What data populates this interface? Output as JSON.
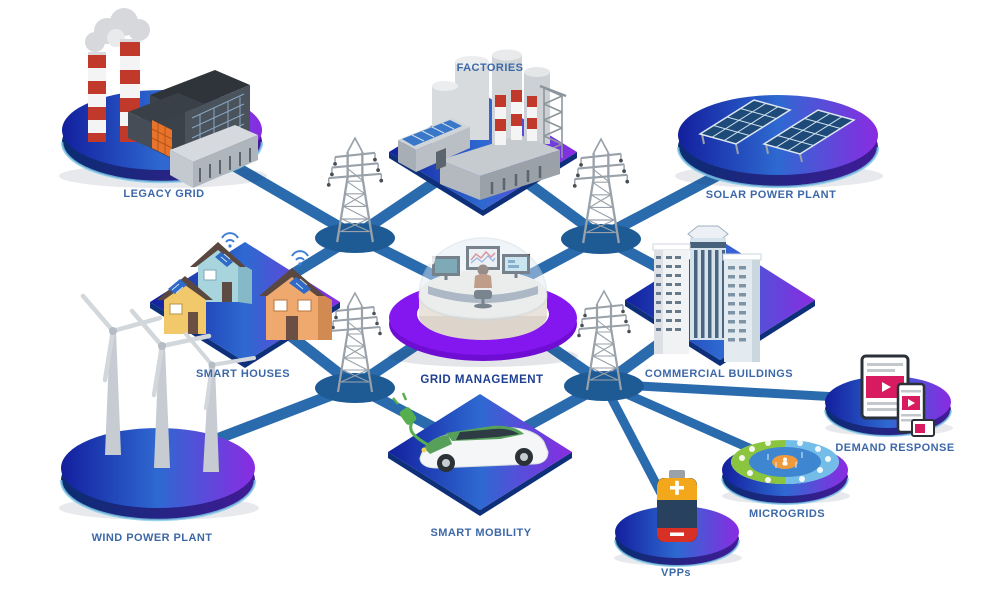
{
  "diagram": {
    "title": "Smart Grid Diagram",
    "background_color": "#ffffff",
    "colors": {
      "connection_line": "#2a6bad",
      "tower_hub": "#1e5a94",
      "platform_gradient": [
        "#131f9e",
        "#2e69d1",
        "#8a2be2"
      ],
      "platform_rim": "#0a2d72",
      "purple_ring": "#8416f0",
      "label_text": "#3d68a8",
      "label_text_strong": "#1e3f90"
    },
    "nodes": [
      {
        "id": "legacy-grid",
        "label": "LEGACY GRID",
        "icon": "coal-power-plant-icon",
        "platform": "ellipse"
      },
      {
        "id": "factories",
        "label": "FACTORIES",
        "icon": "factory-icon",
        "platform": "diamond"
      },
      {
        "id": "solar-power-plant",
        "label": "SOLAR POWER PLANT",
        "icon": "solar-panels-icon",
        "platform": "ellipse"
      },
      {
        "id": "smart-houses",
        "label": "SMART HOUSES",
        "icon": "houses-icon",
        "platform": "diamond"
      },
      {
        "id": "grid-management",
        "label": "GRID MANAGEMENT",
        "icon": "control-room-dome-icon",
        "platform": "purple-ring"
      },
      {
        "id": "commercial-buildings",
        "label": "COMMERCIAL BUILDINGS",
        "icon": "office-towers-icon",
        "platform": "diamond"
      },
      {
        "id": "wind-power-plant",
        "label": "WIND POWER PLANT",
        "icon": "wind-turbines-icon",
        "platform": "ellipse"
      },
      {
        "id": "smart-mobility",
        "label": "SMART MOBILITY",
        "icon": "electric-car-icon",
        "platform": "diamond"
      },
      {
        "id": "demand-response",
        "label": "DEMAND RESPONSE",
        "icon": "media-devices-icon",
        "platform": "ellipse"
      },
      {
        "id": "microgrids",
        "label": "MICROGRIDS",
        "icon": "microgrid-circle-icon",
        "platform": "ellipse"
      },
      {
        "id": "vpps",
        "label": "VPPs",
        "icon": "battery-icon",
        "platform": "ellipse"
      }
    ],
    "towers": {
      "count": 4,
      "icon": "transmission-tower-icon"
    }
  }
}
